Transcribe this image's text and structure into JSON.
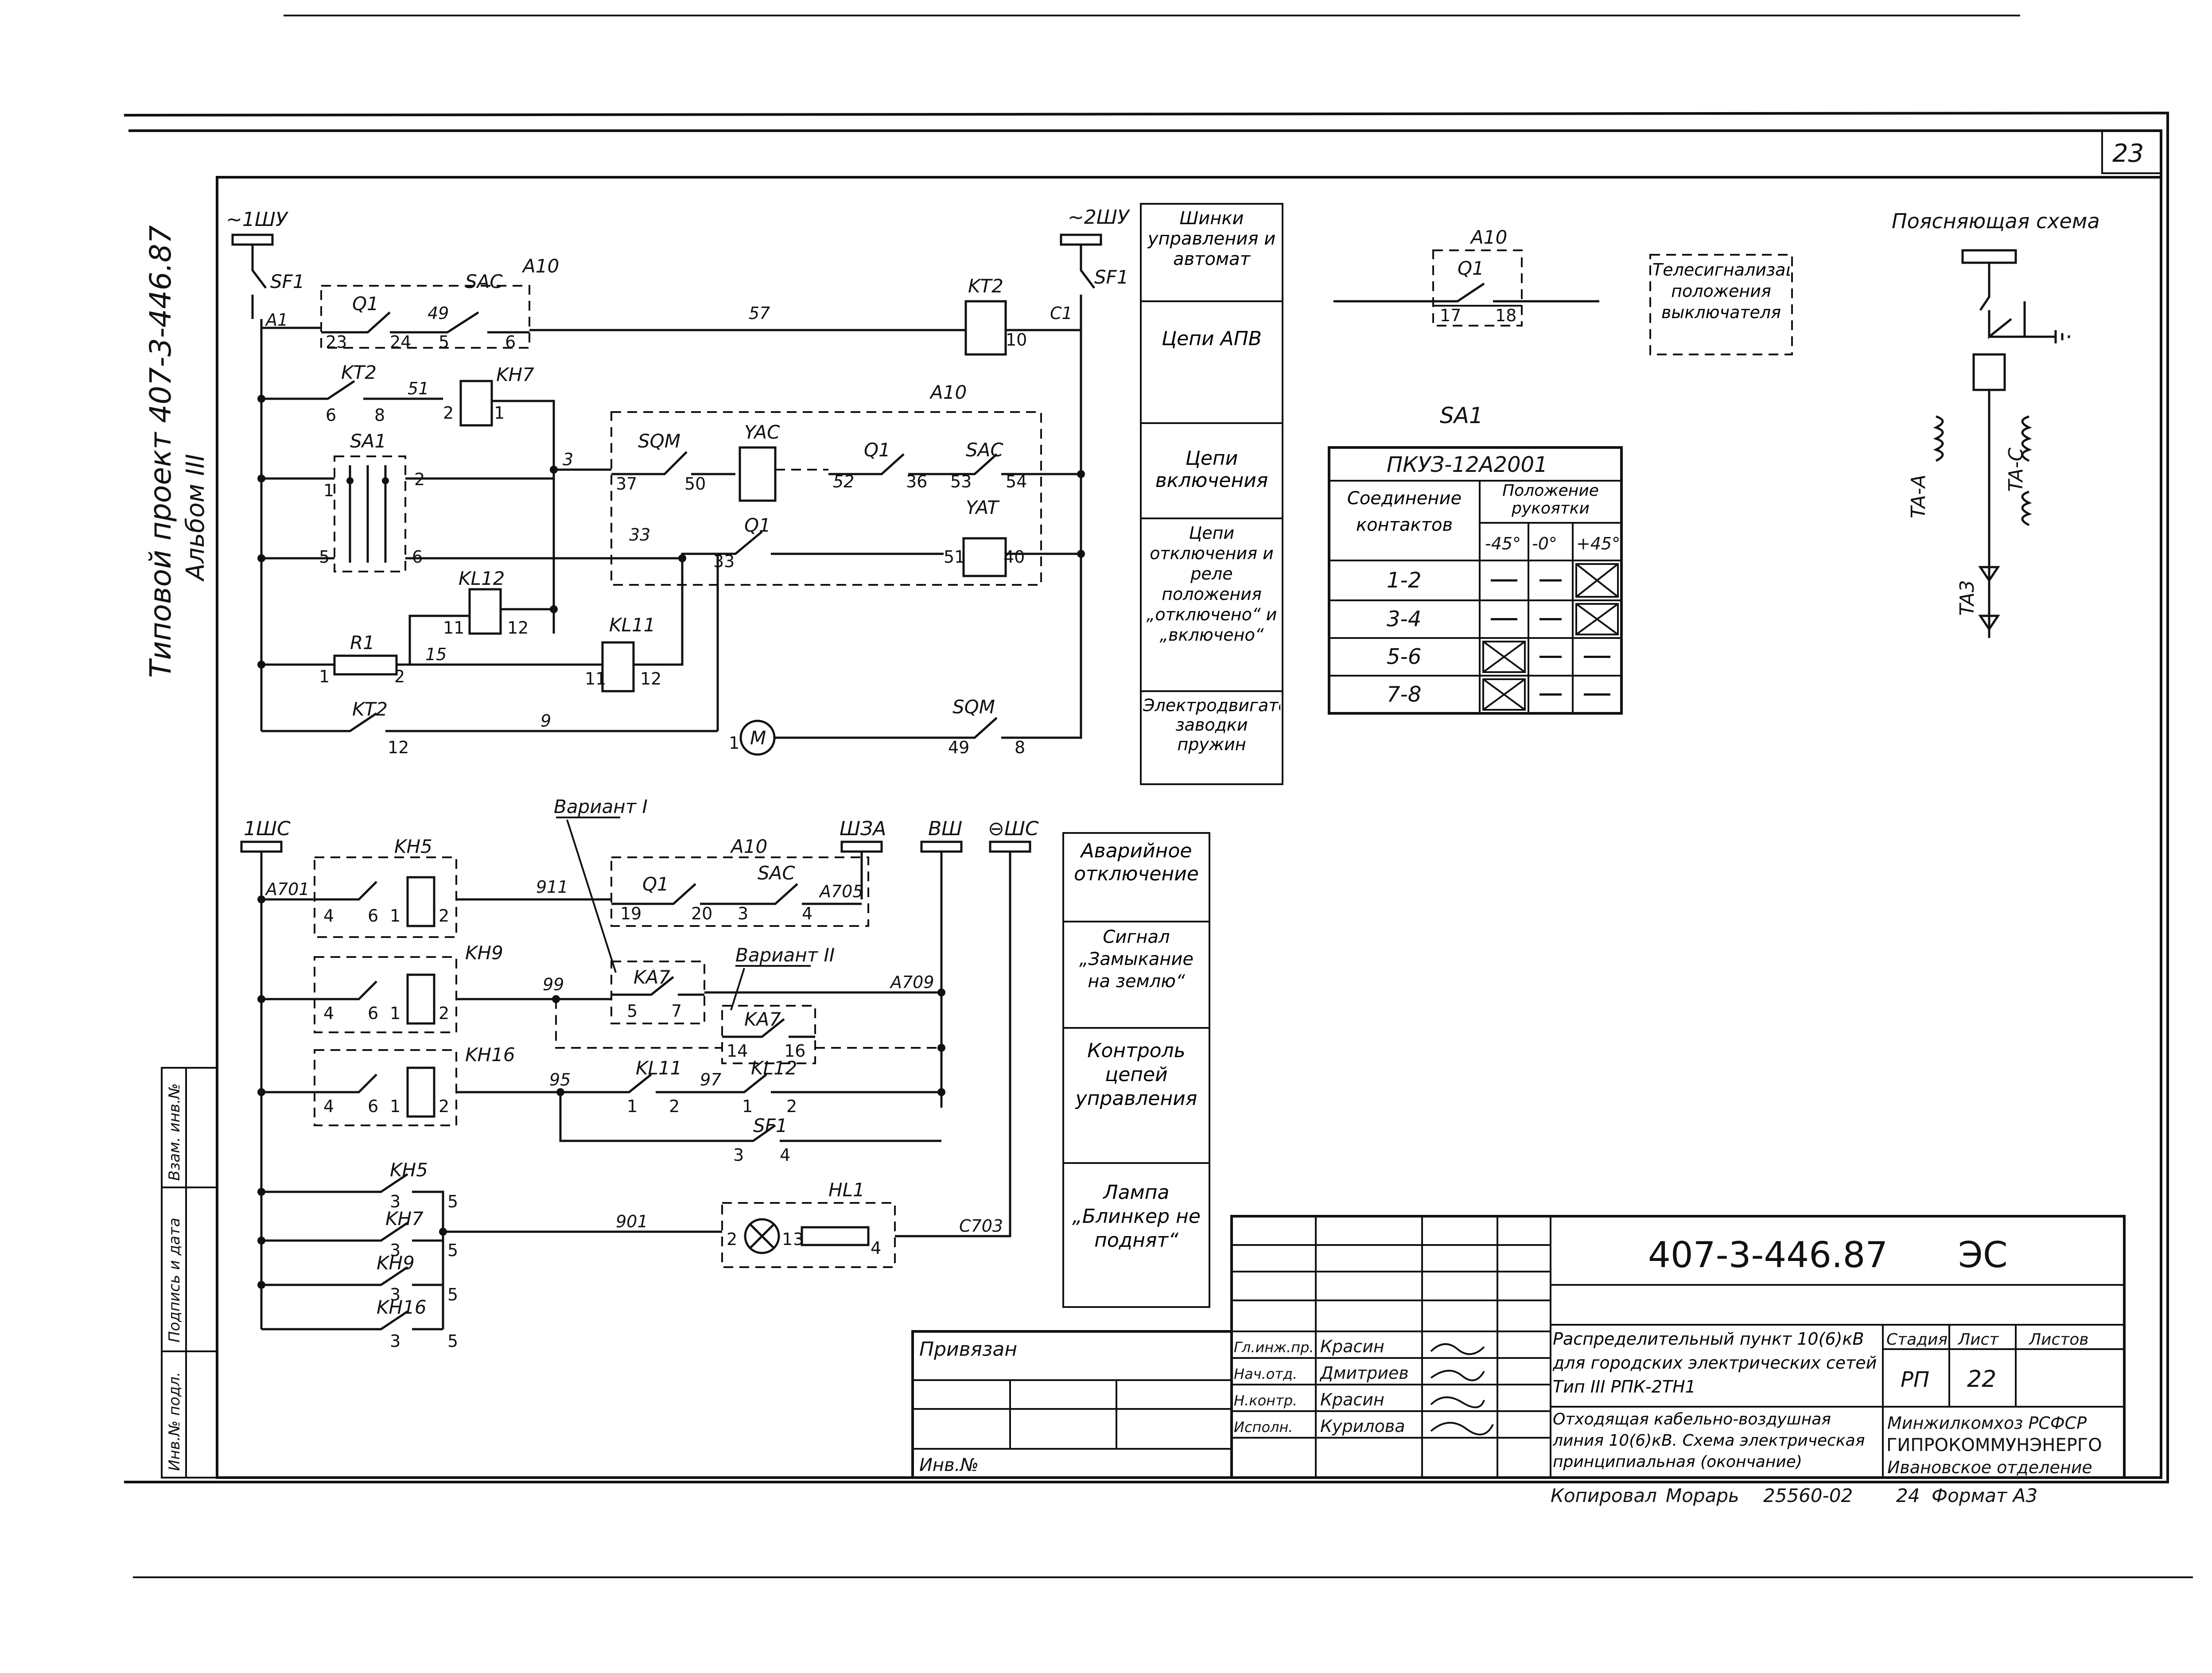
{
  "sheet_no": "23",
  "side_title": {
    "project": "Типовой проект 407-3-446.87",
    "album": "Альбом III"
  },
  "side_stamp": [
    "Инв.№ подл.",
    "Подпись и дата",
    "Взам. инв.№"
  ],
  "bus": {
    "b1shu": "~1ШУ",
    "b2shu": "~2ШУ",
    "b1shc": "1ШС",
    "bsha": "ШЗА",
    "bvsh": "ВШ",
    "bshc": "⊖ШС"
  },
  "schematic": {
    "sf1": "SF1",
    "a10": "A10",
    "q1": "Q1",
    "sac": "SAC",
    "kt2": "KT2",
    "kh7": "KH7",
    "sa1": "SA1",
    "sqm": "SQM",
    "yac": "YAC",
    "yat": "YAT",
    "kl12": "KL12",
    "kl11": "KL11",
    "r1": "R1",
    "m": "M",
    "kh5": "KH5",
    "kh9": "KH9",
    "kh16": "KH16",
    "ka7": "KA7",
    "hl1": "HL1",
    "var1": "Вариант I",
    "var2": "Вариант II",
    "w_a1": "A1",
    "w_57": "57",
    "w_c1": "C1",
    "w_51": "51",
    "w_3": "3",
    "w_33": "33",
    "w_37": "37",
    "w_50": "50",
    "w_52": "52",
    "w_36": "36",
    "w_53": "53",
    "w_54": "54",
    "w_15": "15",
    "w_9": "9",
    "w_a701": "A701",
    "w_911": "911",
    "w_a705": "A705",
    "w_99": "99",
    "w_a709": "A709",
    "w_95": "95",
    "w_97": "97",
    "w_901": "901",
    "w_c703": "C703",
    "n_23": "23",
    "n_24": "24",
    "n_49": "49",
    "n_5": "5",
    "n_6": "6",
    "n_10": "10",
    "n_2": "2",
    "n_1": "1",
    "n_8": "8",
    "n_11": "11",
    "n_12": "12",
    "n_40": "40",
    "n_19": "19",
    "n_20": "20",
    "n_4": "4",
    "n_7": "7",
    "n_14": "14",
    "n_16": "16",
    "n_3": "3"
  },
  "sections": [
    "Шинки управления и автомат",
    "Цепи АПВ",
    "Цепи включения",
    "Цепи отключения и реле положения „отключено“ и „включено“",
    "Электродвигатель заводки пружин",
    "Аварийное отключение",
    "Сигнал „Замыкание на землю“",
    "Контроль цепей управления",
    "Лампа „Блинкер не поднят“"
  ],
  "telesignal": {
    "a10": "A10",
    "q1": "Q1",
    "c17": "17",
    "c18": "18",
    "text": "Телесигнализация положения выключателя"
  },
  "sa1_table": {
    "title": "SA1",
    "type": "ПКУЗ-12А2001",
    "col_head": "Соединение контактов",
    "pos_head": "Положение рукоятки",
    "positions": [
      "-45°",
      "-0°",
      "+45°"
    ],
    "rows": [
      {
        "contacts": "1-2",
        "marks": [
          "—",
          "—",
          "X"
        ]
      },
      {
        "contacts": "3-4",
        "marks": [
          "—",
          "—",
          "X"
        ]
      },
      {
        "contacts": "5-6",
        "marks": [
          "X",
          "—",
          "—"
        ]
      },
      {
        "contacts": "7-8",
        "marks": [
          "X",
          "—",
          "—"
        ]
      }
    ]
  },
  "explain": {
    "title": "Поясняющая схема",
    "ta_a": "TA-A",
    "ta_c": "TA-C",
    "ta3": "TA3"
  },
  "title_block": {
    "doc_no": "407-3-446.87",
    "code": "ЭС",
    "privyazan": "Привязан",
    "inv": "Инв.№",
    "roles": [
      "Гл.инж.пр.",
      "Нач.отд.",
      "Н.контр.",
      "Исполн."
    ],
    "names": [
      "Красин",
      "Дмитриев",
      "Красин",
      "Курилова"
    ],
    "name1": "Распределительный пункт 10(6)кВ для городских электрических сетей Тип III РПК-2ТН1",
    "name2": "Отходящая кабельно-воздушная линия 10(6)кВ. Схема электрическая принципиальная (окончание)",
    "stage_h": "Стадия",
    "sheet_h": "Лист",
    "sheets_h": "Листов",
    "stage": "РП",
    "sheet": "22",
    "org1": "Минжилкомхоз РСФСР",
    "org2": "ГИПРОКОММУНЭНЕРГО",
    "org3": "Ивановское отделение"
  },
  "footer": {
    "copied": "Копировал",
    "name": "Морарь",
    "code": "25560-02",
    "sheet": "24",
    "format": "Формат А3"
  }
}
